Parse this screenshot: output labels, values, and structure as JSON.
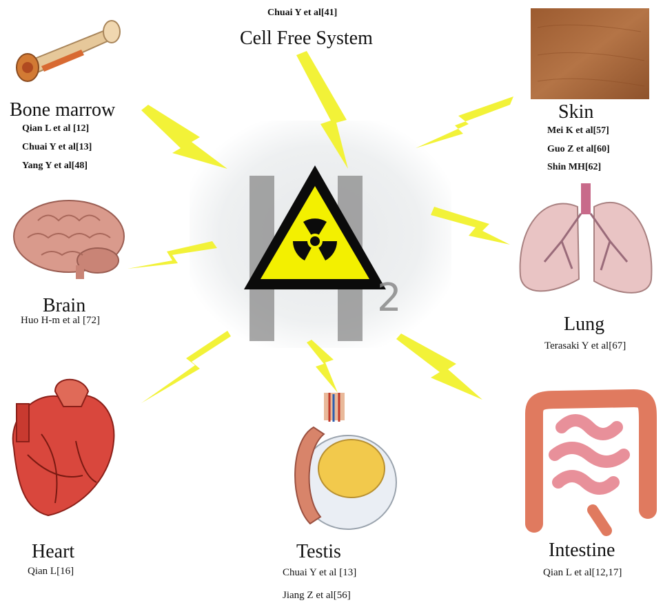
{
  "center": {
    "label": "2"
  },
  "cell_free": {
    "ref": "Chuai Y et al[41]",
    "title": "Cell Free System"
  },
  "bone_marrow": {
    "title": "Bone marrow",
    "refs": [
      "Qian L et al [12]",
      "Chuai Y et al[13]",
      "Yang Y et al[48]"
    ]
  },
  "skin": {
    "title": "Skin",
    "refs": [
      "Mei K et al[57]",
      "Guo Z et al[60]",
      "Shin MH[62]"
    ]
  },
  "brain": {
    "title": "Brain",
    "refs": [
      "Huo H-m et al [72]"
    ]
  },
  "lung": {
    "title": "Lung",
    "refs": [
      "Terasaki Y et al[67]"
    ]
  },
  "heart": {
    "title": "Heart",
    "refs": [
      "Qian L[16]"
    ]
  },
  "testis": {
    "title": "Testis",
    "refs": [
      "Chuai Y et al [13]",
      "Jiang Z et al[56]"
    ]
  },
  "intestine": {
    "title": "Intestine",
    "refs": [
      "Qian L et al[12,17]"
    ]
  },
  "colors": {
    "bolt": "#f2f238",
    "warning_yellow": "#f3f000",
    "skin_tone": "#a8683c",
    "organ_red": "#d9473d",
    "brain_pink": "#d99a8c",
    "lung_pink": "#e9c4c4"
  }
}
